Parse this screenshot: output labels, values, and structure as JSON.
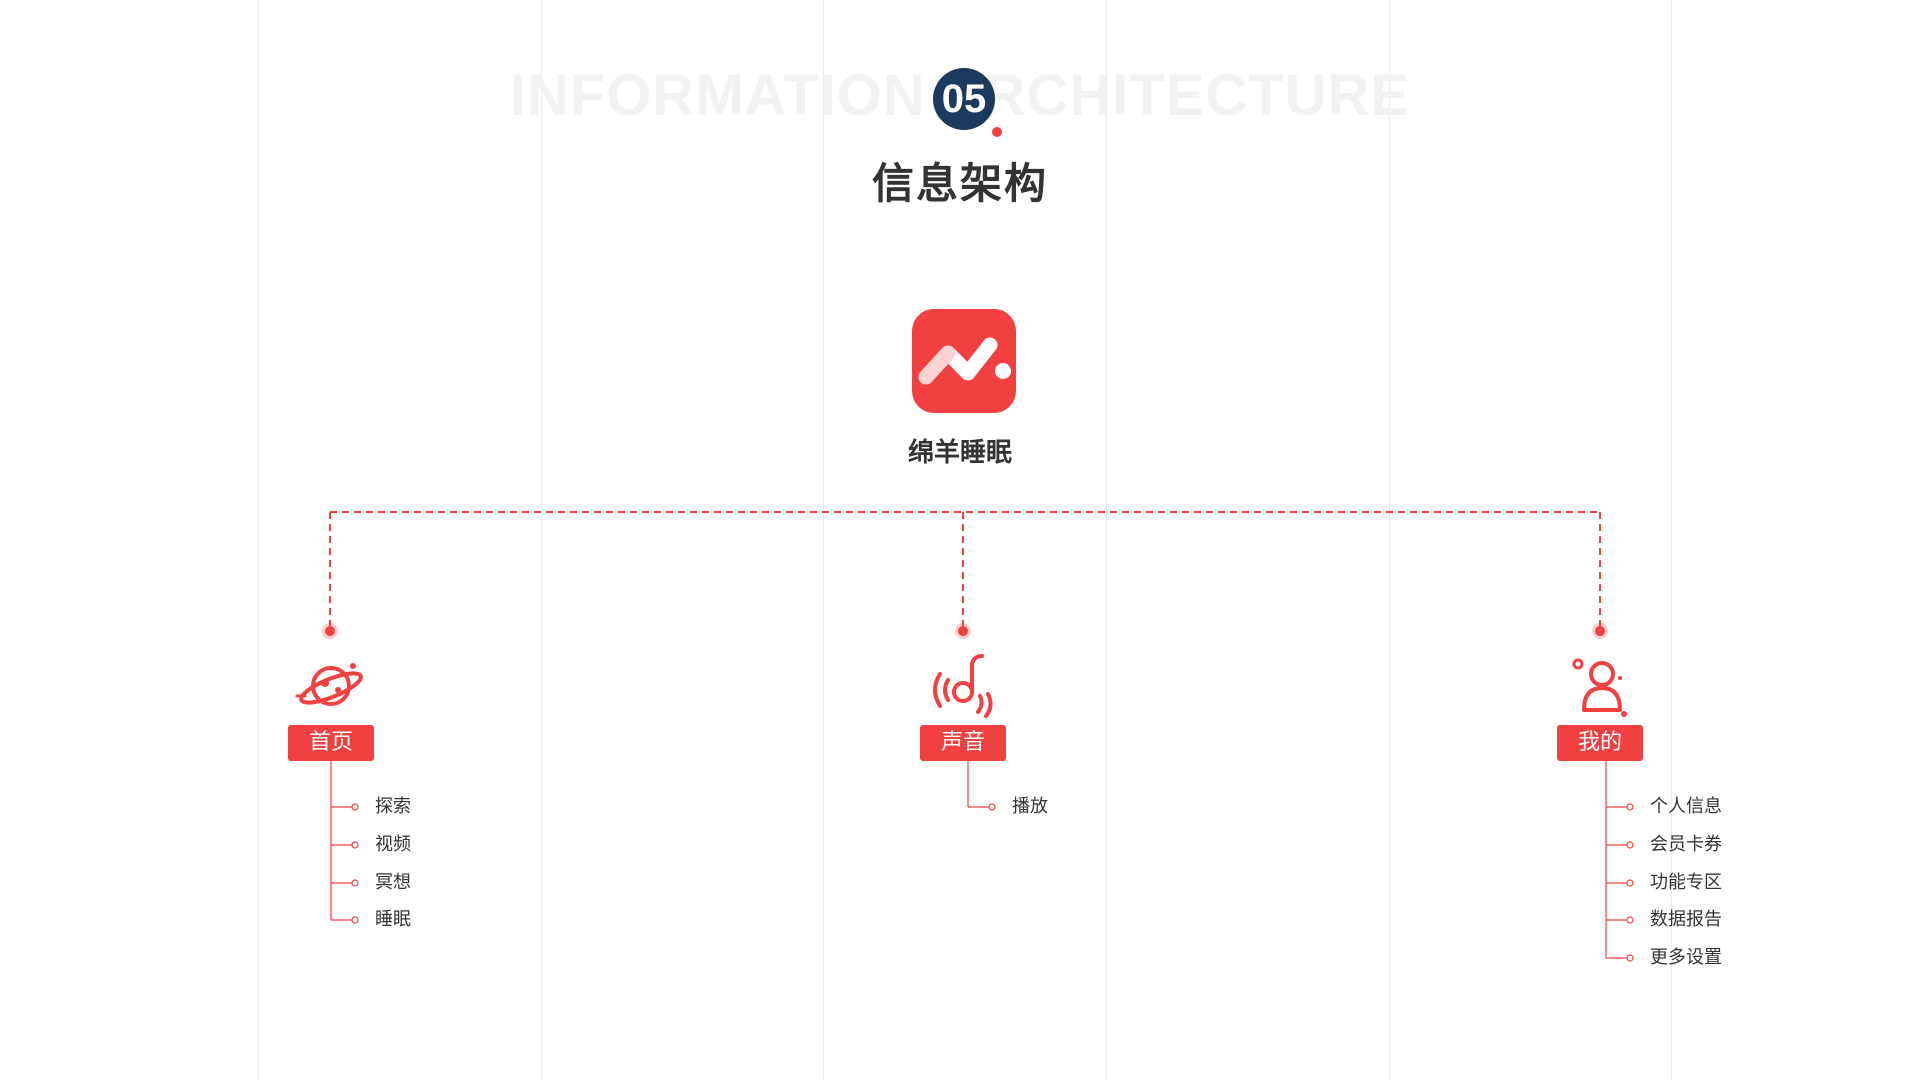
{
  "header": {
    "bg_title": "INFORMATION ARCHITECTURE",
    "number": "05",
    "title": "信息架构"
  },
  "app": {
    "name": "绵羊睡眠",
    "icon": "app-logo-icon"
  },
  "colors": {
    "accent": "#f0403f",
    "dark": "#1b3a5c",
    "text": "#333333"
  },
  "categories": [
    {
      "label": "首页",
      "icon": "planet-icon",
      "items": [
        "探索",
        "视频",
        "冥想",
        "睡眠"
      ]
    },
    {
      "label": "声音",
      "icon": "music-note-icon",
      "items": [
        "播放"
      ]
    },
    {
      "label": "我的",
      "icon": "user-icon",
      "items": [
        "个人信息",
        "会员卡券",
        "功能专区",
        "数据报告",
        "更多设置"
      ]
    }
  ]
}
